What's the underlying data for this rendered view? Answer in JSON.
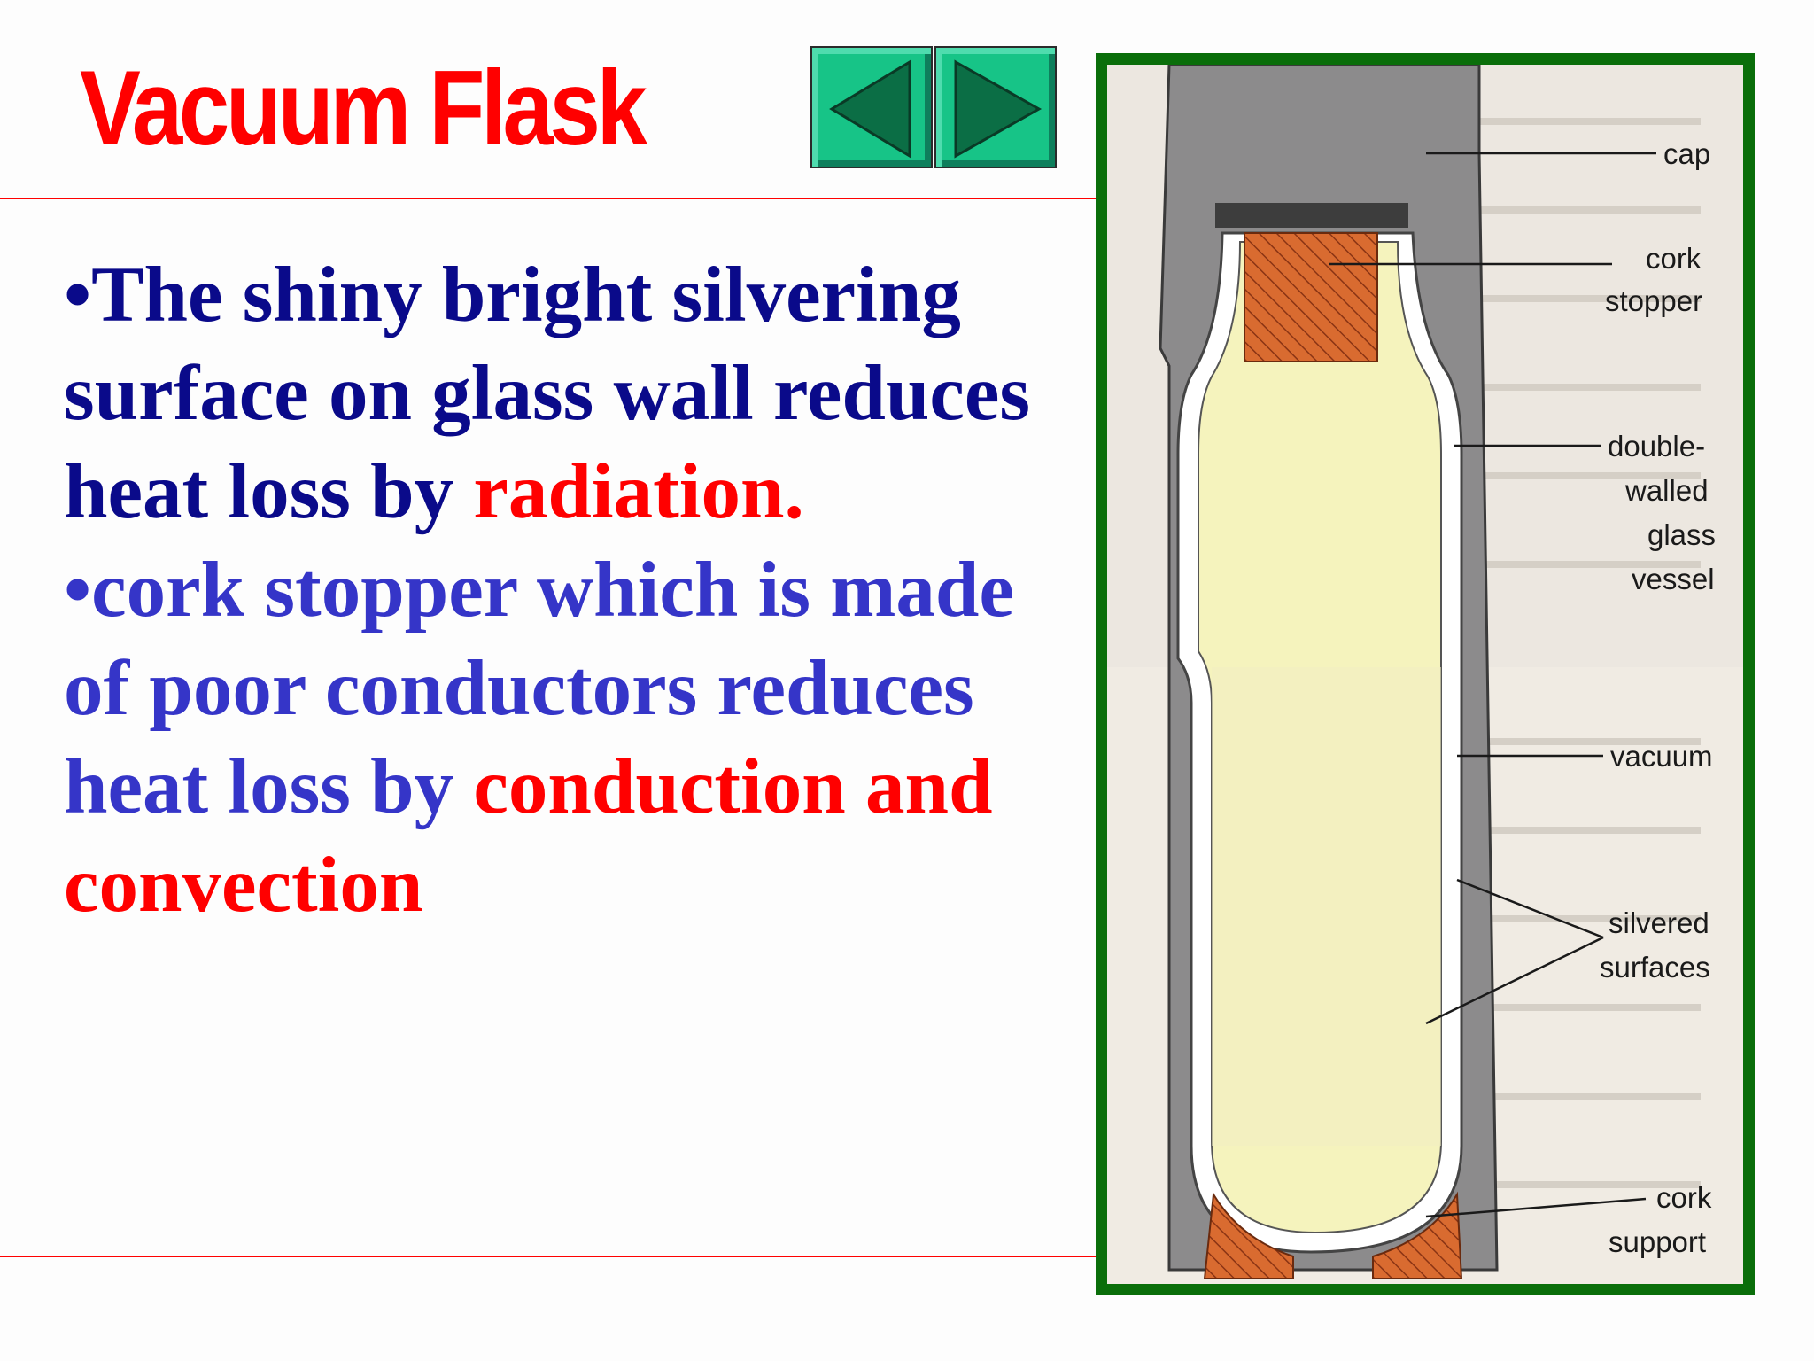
{
  "title": "Vacuum Flask",
  "nav": {
    "prev_icon": "triangle-left-icon",
    "next_icon": "triangle-right-icon"
  },
  "bullets": [
    {
      "prefix": "•",
      "text": "The shiny bright silvering surface on glass wall reduces heat loss by ",
      "highlight": "radiation."
    },
    {
      "prefix": "•",
      "text": "cork stopper which is made of poor conductors reduces heat loss by ",
      "highlight": "conduction and convection"
    }
  ],
  "diagram": {
    "labels": {
      "cap": "cap",
      "cork_stopper_1": "cork",
      "cork_stopper_2": "stopper",
      "double_walled_1": "double-",
      "double_walled_2": "walled",
      "double_walled_3": "glass",
      "double_walled_4": "vessel",
      "vacuum": "vacuum",
      "silvered_1": "silvered",
      "silvered_2": "surfaces",
      "cork_support_1": "cork",
      "cork_support_2": "support"
    }
  },
  "colors": {
    "title": "#ff0000",
    "bullet_dark": "#0a0a8a",
    "bullet_light": "#3535c8",
    "highlight": "#ff0000",
    "frame": "#0a6e0a",
    "nav_button": "#17c487"
  }
}
